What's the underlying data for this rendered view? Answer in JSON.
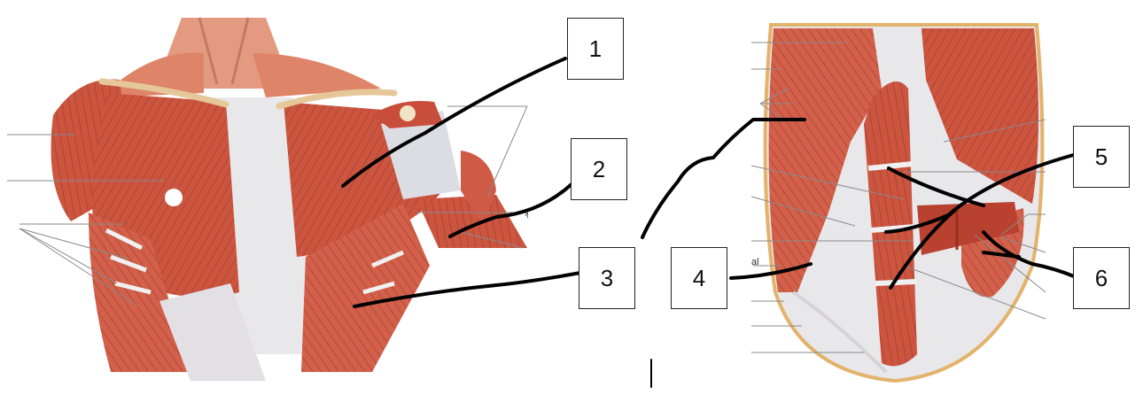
{
  "labels": {
    "box1": "1",
    "box2": "2",
    "box3": "3",
    "box4": "4",
    "box5": "5",
    "box6": "6"
  },
  "fragments": {
    "side_text": "al"
  },
  "colors": {
    "muscle": "#c9523f",
    "muscle_dark": "#a63c2c",
    "muscle_light": "#e07a62",
    "fascia": "#e8e7ea",
    "clavicle": "#e6c79a",
    "border": "#e3b26b",
    "leader": "#8a8a8a",
    "pen": "#000000"
  }
}
